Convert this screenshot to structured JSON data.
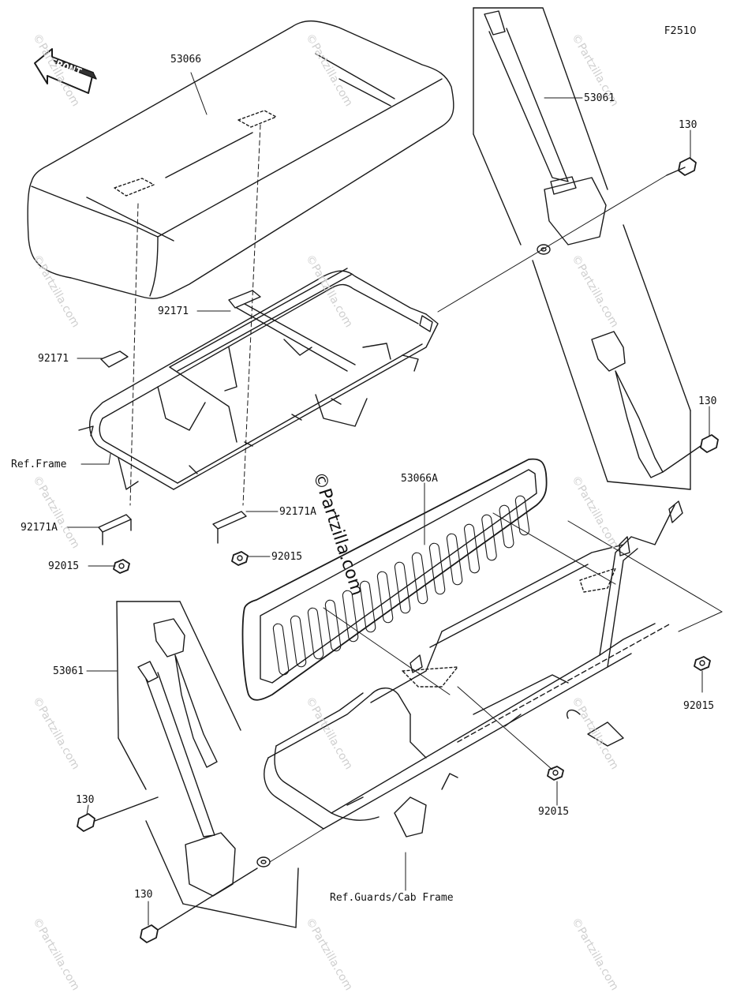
{
  "figure_id": "F2510",
  "front_label": "FRONT",
  "watermark": "©Partzilla.com",
  "callouts": {
    "seat_cushion": "53066",
    "seat_belt_top_right": "53061",
    "bolt_130_a": "130",
    "bolt_130_b": "130",
    "bracket_92171_a": "92171",
    "bracket_92171_b": "92171",
    "ref_frame": "Ref.Frame",
    "seat_back": "53066A",
    "bracket_92171A_a": "92171A",
    "bracket_92171A_b": "92171A",
    "nut_92015_a": "92015",
    "nut_92015_b": "92015",
    "nut_92015_c": "92015",
    "nut_92015_d": "92015",
    "seat_belt_bottom_left": "53061",
    "bolt_130_c": "130",
    "bolt_130_d": "130",
    "ref_guards": "Ref.Guards/Cab Frame"
  }
}
